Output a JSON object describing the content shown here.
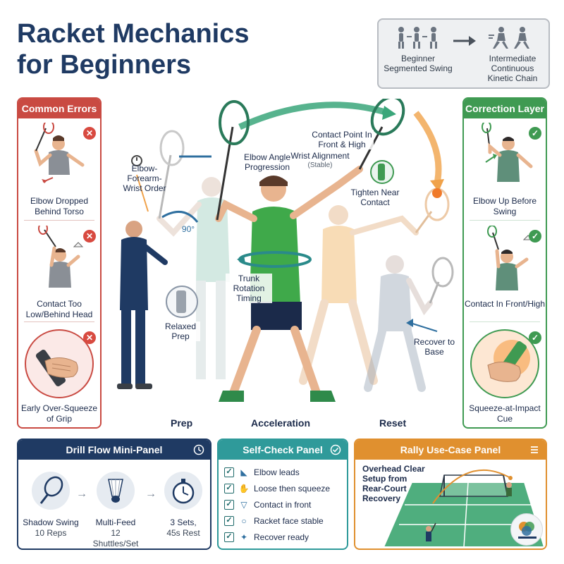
{
  "title_line1": "Racket Mechanics",
  "title_line2": "for Beginners",
  "legend": {
    "left_label": "Beginner Segmented Swing",
    "right_label": "Intermediate Continuous Kinetic Chain"
  },
  "errors": {
    "header": "Common Errors",
    "items": [
      {
        "label": "Elbow Dropped Behind Torso"
      },
      {
        "label": "Contact Too Low/Behind Head"
      },
      {
        "label": "Early Over-Squeeze of Grip"
      }
    ]
  },
  "corrections": {
    "header": "Correction Layer",
    "items": [
      {
        "label": "Elbow Up Before Swing"
      },
      {
        "label": "Contact In Front/High"
      },
      {
        "label": "Squeeze-at-Impact Cue"
      }
    ]
  },
  "center": {
    "elbow_order": "Elbow-Forearm-Wrist Order",
    "angle": "90°",
    "elbow_progression": "Elbow Angle Progression",
    "contact_point": "Contact Point In Front & High",
    "wrist_alignment": "Wrist Alignment",
    "wrist_stable": "(Stable)",
    "tighten": "Tighten Near Contact",
    "trunk": "Trunk Rotation Timing",
    "relaxed": "Relaxed Prep",
    "recover": "Recover to Base",
    "phases": [
      "Prep",
      "Acceleration",
      "Reset"
    ]
  },
  "drill": {
    "header": "Drill Flow Mini-Panel",
    "steps": [
      {
        "title": "Shadow Swing",
        "sub": "10 Reps"
      },
      {
        "title": "Multi-Feed",
        "sub": "12 Shuttles/Set"
      },
      {
        "title": "3 Sets,",
        "sub": "45s Rest"
      }
    ]
  },
  "self_check": {
    "header": "Self-Check Panel",
    "items": [
      "Elbow leads",
      "Loose then squeeze",
      "Contact in front",
      "Racket face stable",
      "Recover ready"
    ]
  },
  "rally": {
    "header": "Rally Use-Case Panel",
    "text": "Overhead Clear Setup from Rear-Court Recovery"
  },
  "colors": {
    "navy": "#1f3a63",
    "error_red": "#c94a42",
    "correction_green": "#3f9a52",
    "teal": "#2f9a9a",
    "orange": "#e0902f"
  }
}
